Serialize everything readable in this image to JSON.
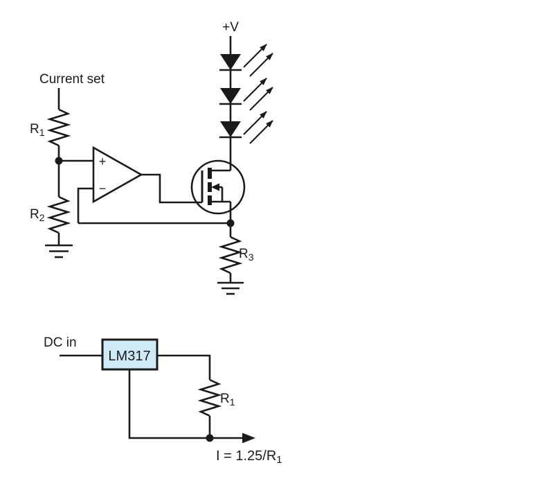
{
  "figure": {
    "background_color": "#ffffff",
    "line_color": "#1a1a1a"
  },
  "led_driver_circuit": {
    "supply_label": "+V",
    "current_set_label": "Current set",
    "led_count": 3,
    "arrows_per_led": 2,
    "r1_label": {
      "base": "R",
      "sub": "1"
    },
    "r2_label": {
      "base": "R",
      "sub": "2"
    },
    "r3_label": {
      "base": "R",
      "sub": "3"
    },
    "opamp": {
      "noninverting_label": "+",
      "inverting_label": "−"
    }
  },
  "lm317_circuit": {
    "input_label": "DC in",
    "regulator_label": "LM317",
    "regulator_fill": "#cdeaf6",
    "r1_label": {
      "base": "R",
      "sub": "1"
    },
    "output_formula": {
      "base": "I = 1.25/R",
      "sub": "1"
    }
  }
}
